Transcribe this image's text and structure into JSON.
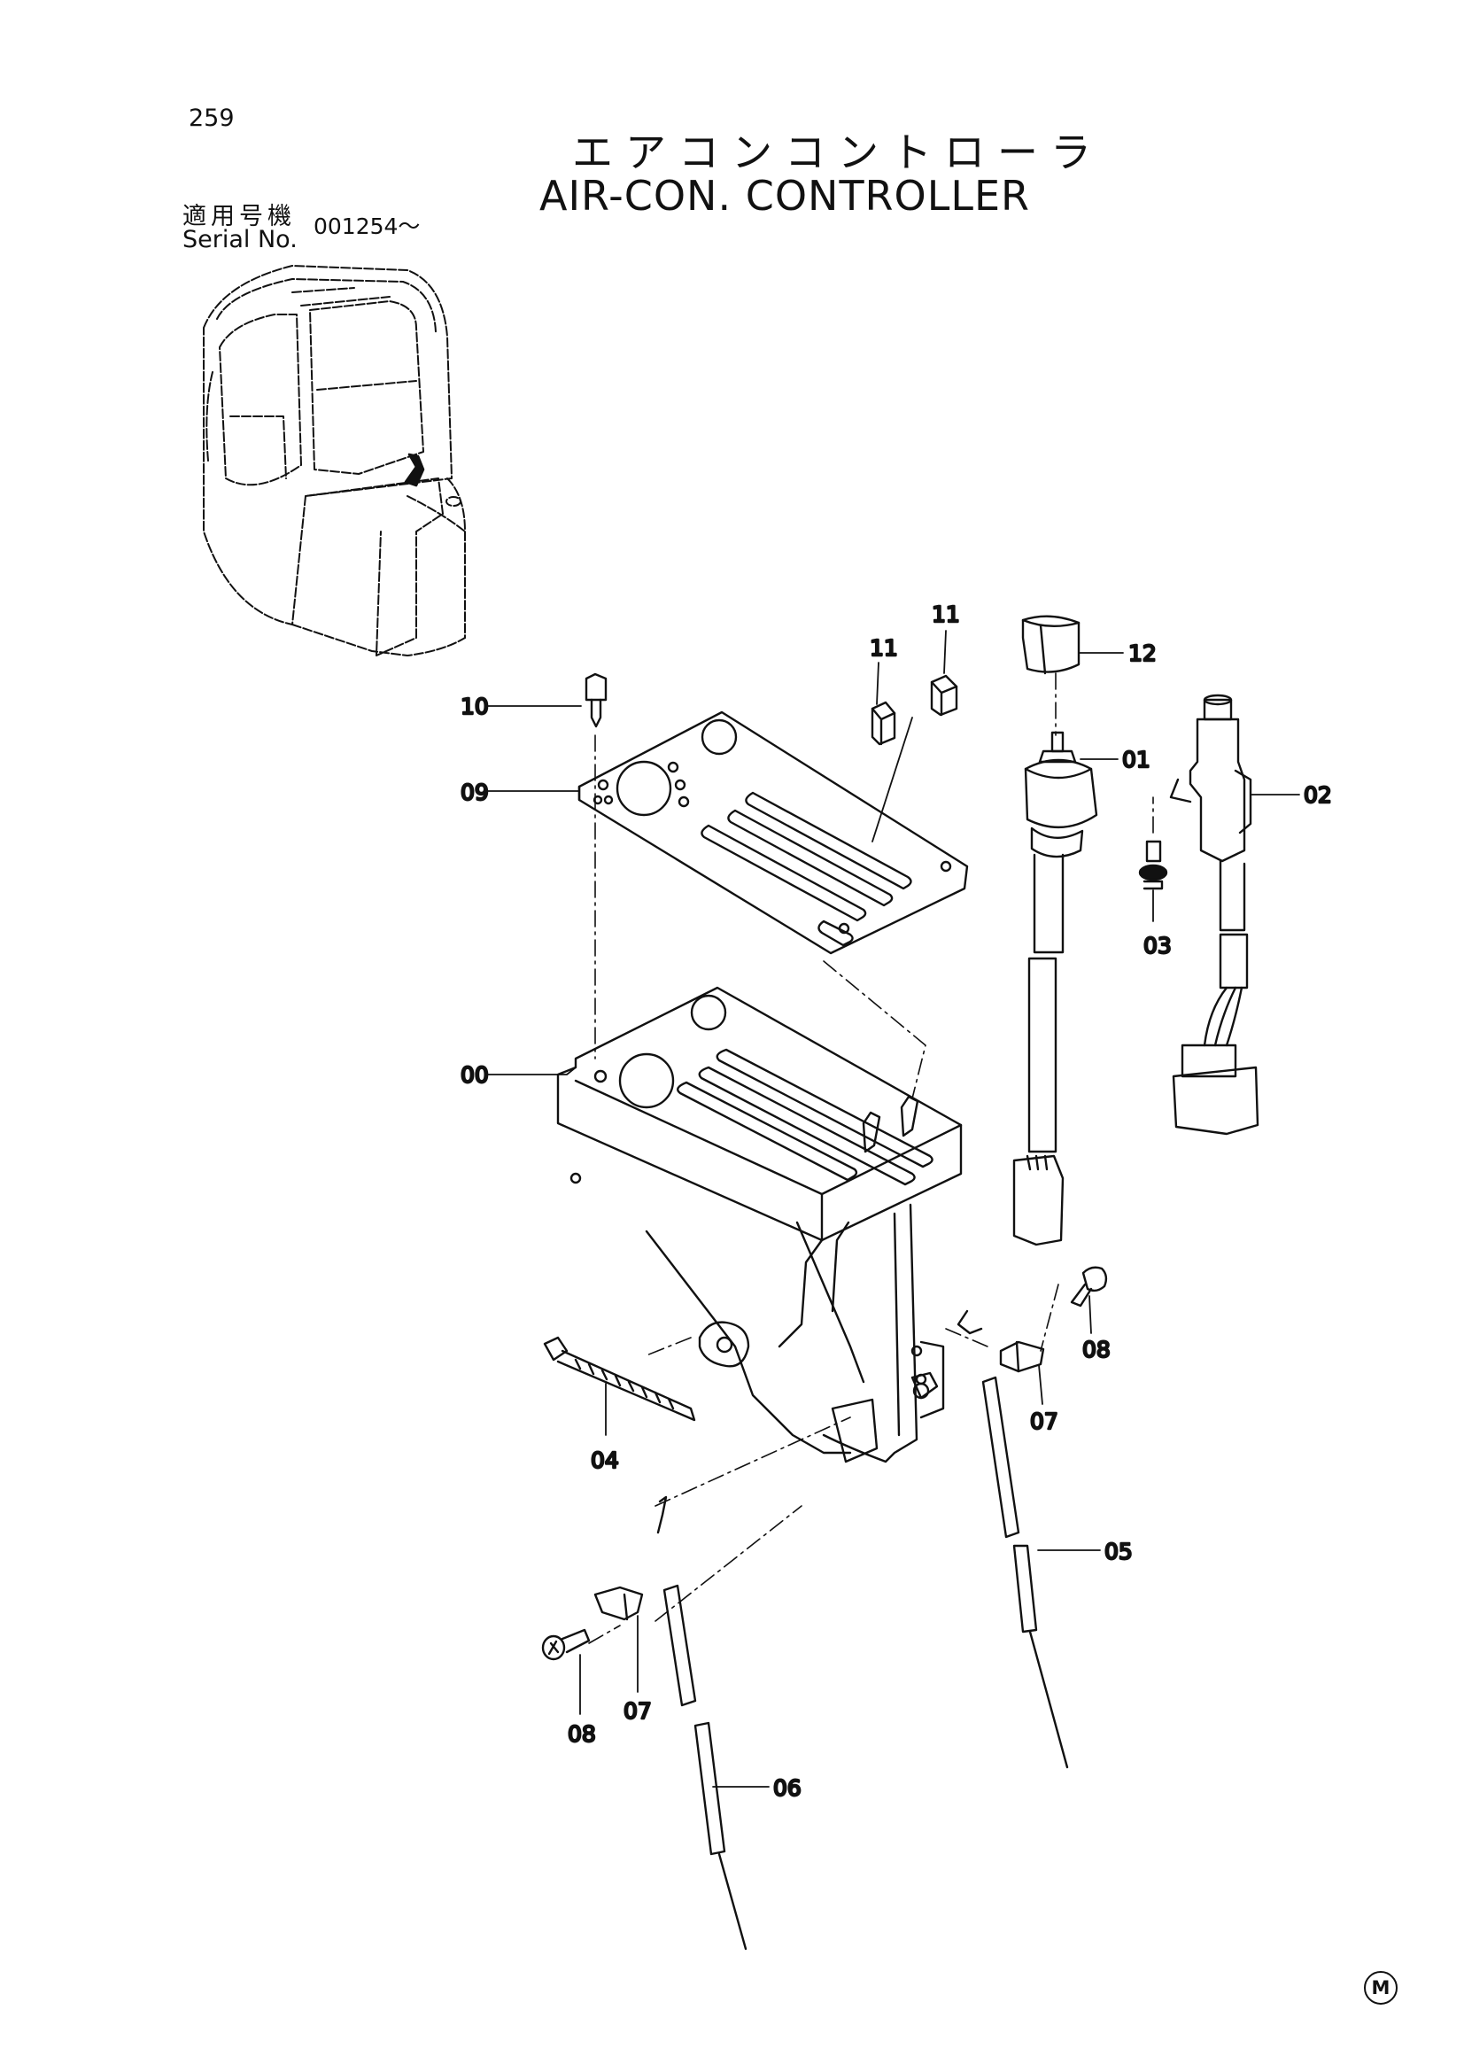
{
  "page": {
    "number": "259"
  },
  "title": {
    "japanese": "エアコンコントローラ",
    "english": "AIR-CON. CONTROLLER"
  },
  "serial": {
    "label_jp": "適用号機",
    "label_en": "Serial No.",
    "value": "001254～"
  },
  "callouts": {
    "c00": "00",
    "c01": "01",
    "c02": "02",
    "c03": "03",
    "c04": "04",
    "c05": "05",
    "c06": "06",
    "c07a": "07",
    "c07b": "07",
    "c08a": "08",
    "c08b": "08",
    "c09": "09",
    "c10": "10",
    "c11a": "11",
    "c11b": "11",
    "c12": "12"
  },
  "mark": "M"
}
